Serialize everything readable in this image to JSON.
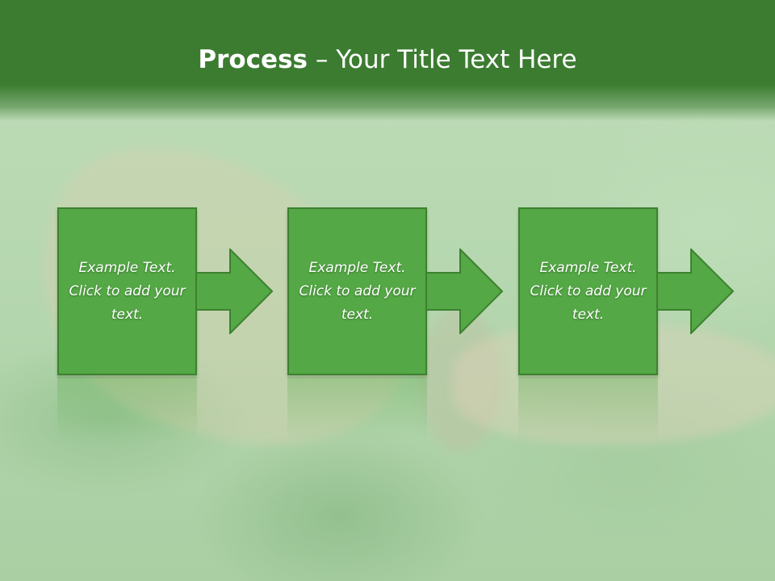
{
  "slide": {
    "title_bold": "Process",
    "title_rest": " – Your Title Text Here"
  },
  "process_steps": [
    {
      "label": "Example Text. Click  to add your text."
    },
    {
      "label": "Example Text. Click  to add your text."
    },
    {
      "label": "Example Text. Click  to add your text."
    }
  ],
  "colors": {
    "header_green": "#3c7c31",
    "step_fill": "#54a845",
    "step_border": "#3d8130",
    "background_green": "#b9d9b3"
  },
  "icons": [
    "right-arrow-icon",
    "right-arrow-icon",
    "right-arrow-icon"
  ]
}
